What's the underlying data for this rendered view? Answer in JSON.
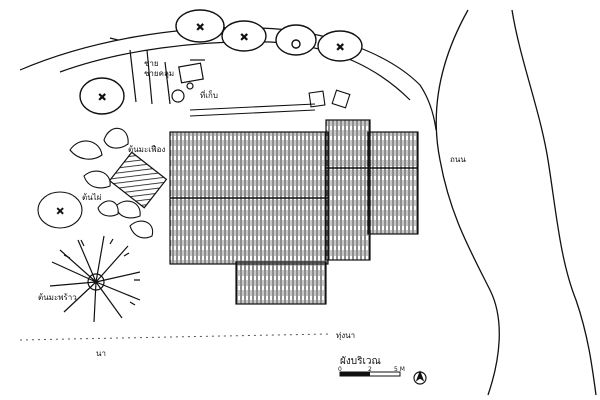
{
  "labels": {
    "top_a": "ชาย",
    "top_b": "ชายคลุม",
    "middle_right": "ที่เก็บ",
    "granary": "ต้นมะเฟือง",
    "tree_left": "ต้นไผ่",
    "palm": "ต้นมะพร้าว",
    "road": "ถนน",
    "field": "ทุ่งนา",
    "bottom_left": "นา",
    "scale_title": "ผังบริเวณ",
    "scale_zero": "0",
    "scale_mid": "2",
    "scale_end": "5 M"
  },
  "colors": {
    "ink": "#111111",
    "paper": "#ffffff"
  },
  "icons": {
    "north": "north-arrow-icon"
  }
}
